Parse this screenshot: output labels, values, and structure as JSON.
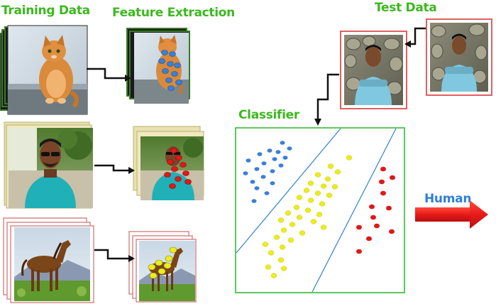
{
  "labels": {
    "training": "Training Data",
    "feature": "Feature Extraction",
    "test": "Test Data",
    "classifier": "Classifier",
    "output": "Human"
  },
  "colors": {
    "label_green": "#3cb81e",
    "label_blue": "#2f7fd6",
    "class_blue": "#3a7fd8",
    "class_yellow": "#ecec1e",
    "class_red": "#e01818",
    "arrow_red": "#e81a1a",
    "test_border": "#e06060",
    "classifier_border": "#5cc85c"
  },
  "pictures": [
    {
      "name": "cat",
      "kind": "training"
    },
    {
      "name": "man",
      "kind": "training"
    },
    {
      "name": "horse",
      "kind": "training"
    },
    {
      "name": "cat-with-blue-features",
      "kind": "feature"
    },
    {
      "name": "man-with-red-features",
      "kind": "feature"
    },
    {
      "name": "horse-with-yellow-features",
      "kind": "feature"
    },
    {
      "name": "test-person",
      "kind": "test"
    }
  ]
}
